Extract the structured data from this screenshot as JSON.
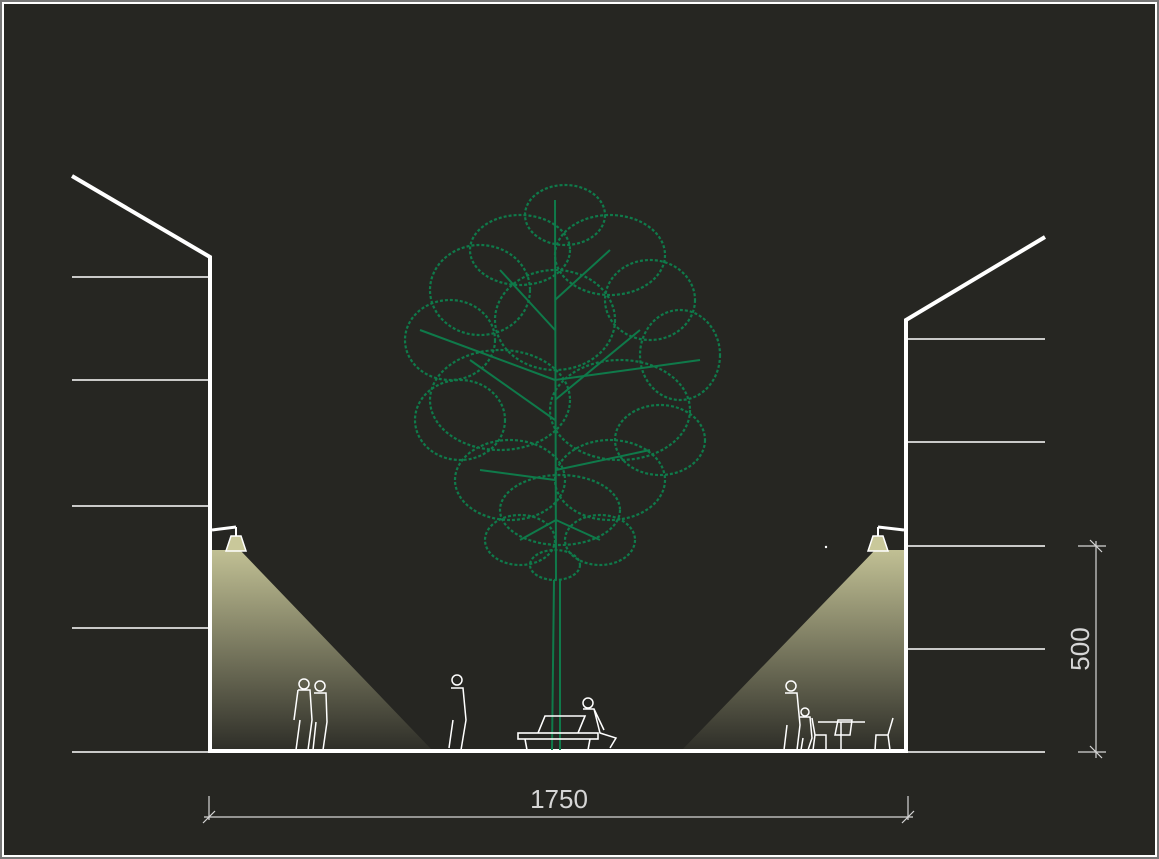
{
  "diagram": {
    "type": "street-section",
    "colors": {
      "background": "#262622",
      "outline": "#ffffff",
      "tree": "#0f7a4a",
      "light": "#c9c89a",
      "dimension": "#d6d6d6"
    },
    "dimensions": {
      "width_label": "1750",
      "height_label": "500"
    },
    "elements": [
      "left-building",
      "right-building",
      "street-lamp-left",
      "street-lamp-right",
      "tree",
      "bench",
      "pedestrians",
      "cafe-table"
    ]
  }
}
